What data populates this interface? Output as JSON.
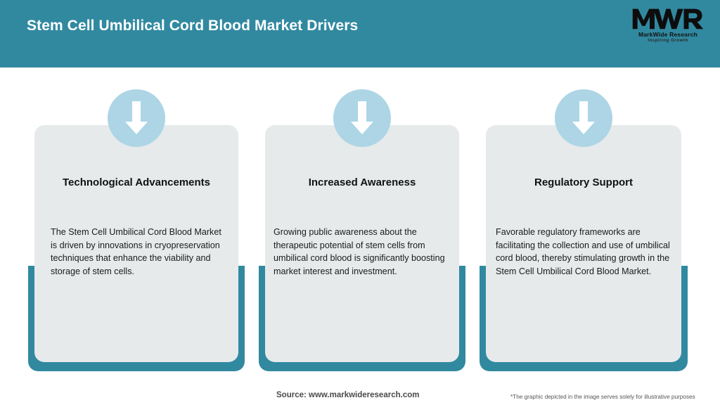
{
  "header": {
    "title": "Stem Cell Umbilical Cord Blood Market Drivers",
    "background_color": "#3189A0",
    "title_color": "#FFFFFF"
  },
  "logo": {
    "mark": "MWR",
    "name": "MarkWide Research",
    "tagline": "Inspiring Growth"
  },
  "theme": {
    "accent_teal": "#3189A0",
    "card_gray": "#E6EAEB",
    "circle_blue": "#ADD5E5",
    "arrow_white": "#FFFFFF",
    "page_background": "#FFFFFF"
  },
  "cards": [
    {
      "icon": "arrow-down-icon",
      "title": "Technological Advancements",
      "body": "The Stem Cell Umbilical Cord Blood Market is driven by innovations in cryopreservation techniques that enhance the viability and storage of stem cells."
    },
    {
      "icon": "arrow-down-icon",
      "title": "Increased Awareness",
      "body": "Growing public awareness about the therapeutic potential of stem cells from umbilical cord blood is significantly boosting market interest and investment."
    },
    {
      "icon": "arrow-down-icon",
      "title": "Regulatory Support",
      "body": "Favorable regulatory frameworks are facilitating the collection and use of umbilical cord blood, thereby stimulating growth in the Stem Cell Umbilical Cord Blood Market."
    }
  ],
  "footer": {
    "source": "Source: www.markwideresearch.com",
    "disclaimer": "*The graphic depicted in the image serves solely for illustrative purposes"
  }
}
